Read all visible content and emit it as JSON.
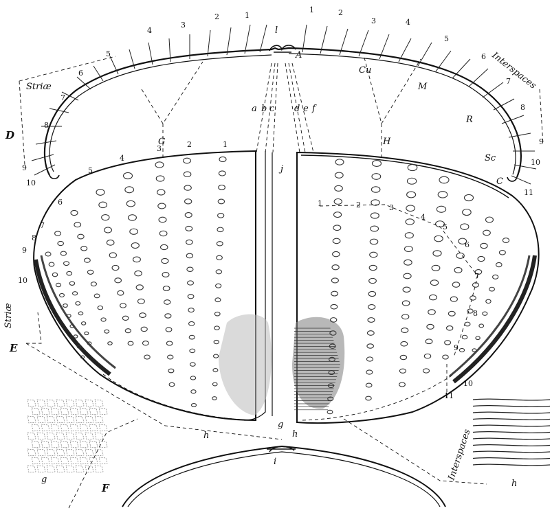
{
  "figure": {
    "panels": {
      "D": "D",
      "E": "E",
      "F": "F"
    },
    "words": {
      "striae_top": "Striæ",
      "interspaces_top": "Interspaces",
      "striae_side": "Striæ",
      "interspaces_bottom": "Interspaces"
    },
    "letters": {
      "G": "G",
      "H": "H",
      "A": "A",
      "Cu": "Cu",
      "M": "M",
      "R": "R",
      "Sc": "Sc",
      "C": "C",
      "l": "l",
      "a": "a",
      "b": "b",
      "c": "c",
      "d": "d",
      "e": "e",
      "f": "f",
      "j": "j",
      "g_mid": "g",
      "h_left": "h",
      "h_mid": "h",
      "i": "i",
      "g_inset": "g",
      "h_inset": "h"
    },
    "top_left_numbers": [
      "1",
      "2",
      "3",
      "4",
      "5",
      "6",
      "7",
      "8",
      "9",
      "10"
    ],
    "top_right_numbers": [
      "1",
      "2",
      "3",
      "4",
      "5",
      "6",
      "7",
      "8",
      "9",
      "10",
      "11"
    ],
    "left_elytron_numbers": [
      "1",
      "2",
      "3",
      "4",
      "5",
      "6",
      "7",
      "8",
      "9",
      "10"
    ],
    "right_elytron_numbers": [
      "1",
      "2",
      "3",
      "4",
      "5",
      "6",
      "7",
      "8",
      "9",
      "10",
      "11"
    ]
  }
}
